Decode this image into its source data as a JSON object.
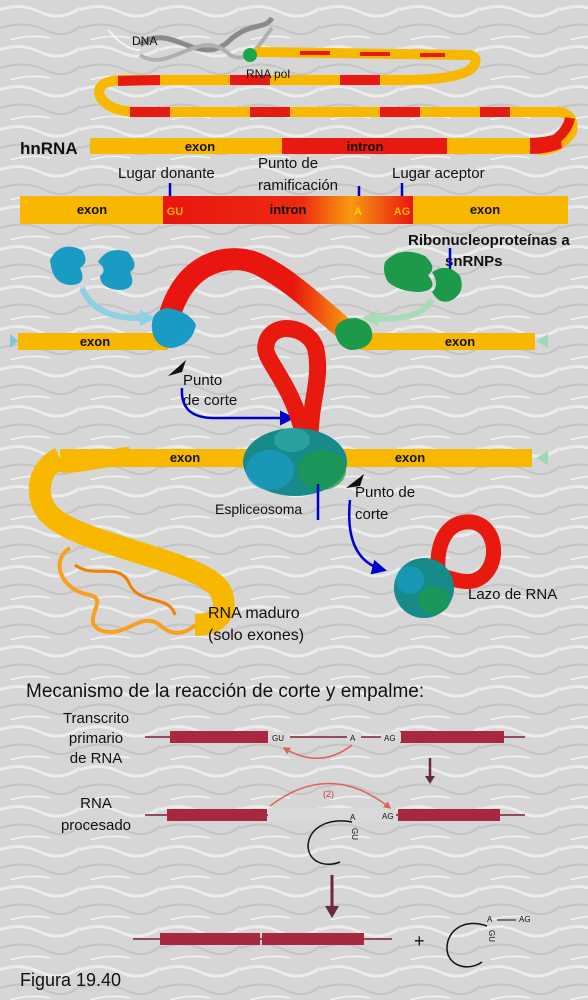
{
  "colors": {
    "exon": "#f8b800",
    "intron": "#e81a10",
    "snrnp_blue": "#1a9bc4",
    "snrnp_green": "#1c9a4a",
    "spliceosome": "#178a8a",
    "pointer": "#0000cc",
    "exon_bar": "#a8283f"
  },
  "top": {
    "dna": "DNA",
    "rna_pol": "RNA pol",
    "hnrna": "hnRNA",
    "exon": "exon",
    "intron": "intron"
  },
  "sites": {
    "donante": "Lugar donante",
    "ramif_1": "Punto de",
    "ramif_2": "ramificación",
    "aceptor": "Lugar aceptor",
    "exon_left": "exon",
    "intron": "intron",
    "exon_right": "exon",
    "gu": "GU",
    "a": "A",
    "ag": "AG"
  },
  "snrnp": {
    "label_1": "Ribonucleoproteínas a",
    "label_2": "snRNPs",
    "exon_left": "exon",
    "exon_right": "exon",
    "corte1_1": "Punto",
    "corte1_2": "de corte"
  },
  "spliceosome": {
    "exon_left": "exon",
    "exon_right": "exon",
    "name": "Espliceosoma",
    "corte2_1": "Punto de",
    "corte2_2": "corte",
    "lazo": "Lazo de RNA",
    "maduro_1": "RNA maduro",
    "maduro_2": "(solo exones)"
  },
  "mechanism": {
    "title": "Mecanismo de la reacción de corte y empalme:",
    "transcrito_1": "Transcrito",
    "transcrito_2": "primario",
    "transcrito_3": "de RNA",
    "procesado_1": "RNA",
    "procesado_2": "procesado",
    "gu": "GU",
    "a": "A",
    "ag": "AG",
    "step2": "(2)",
    "plus": "+"
  },
  "figure_label": "Figura 19.40"
}
